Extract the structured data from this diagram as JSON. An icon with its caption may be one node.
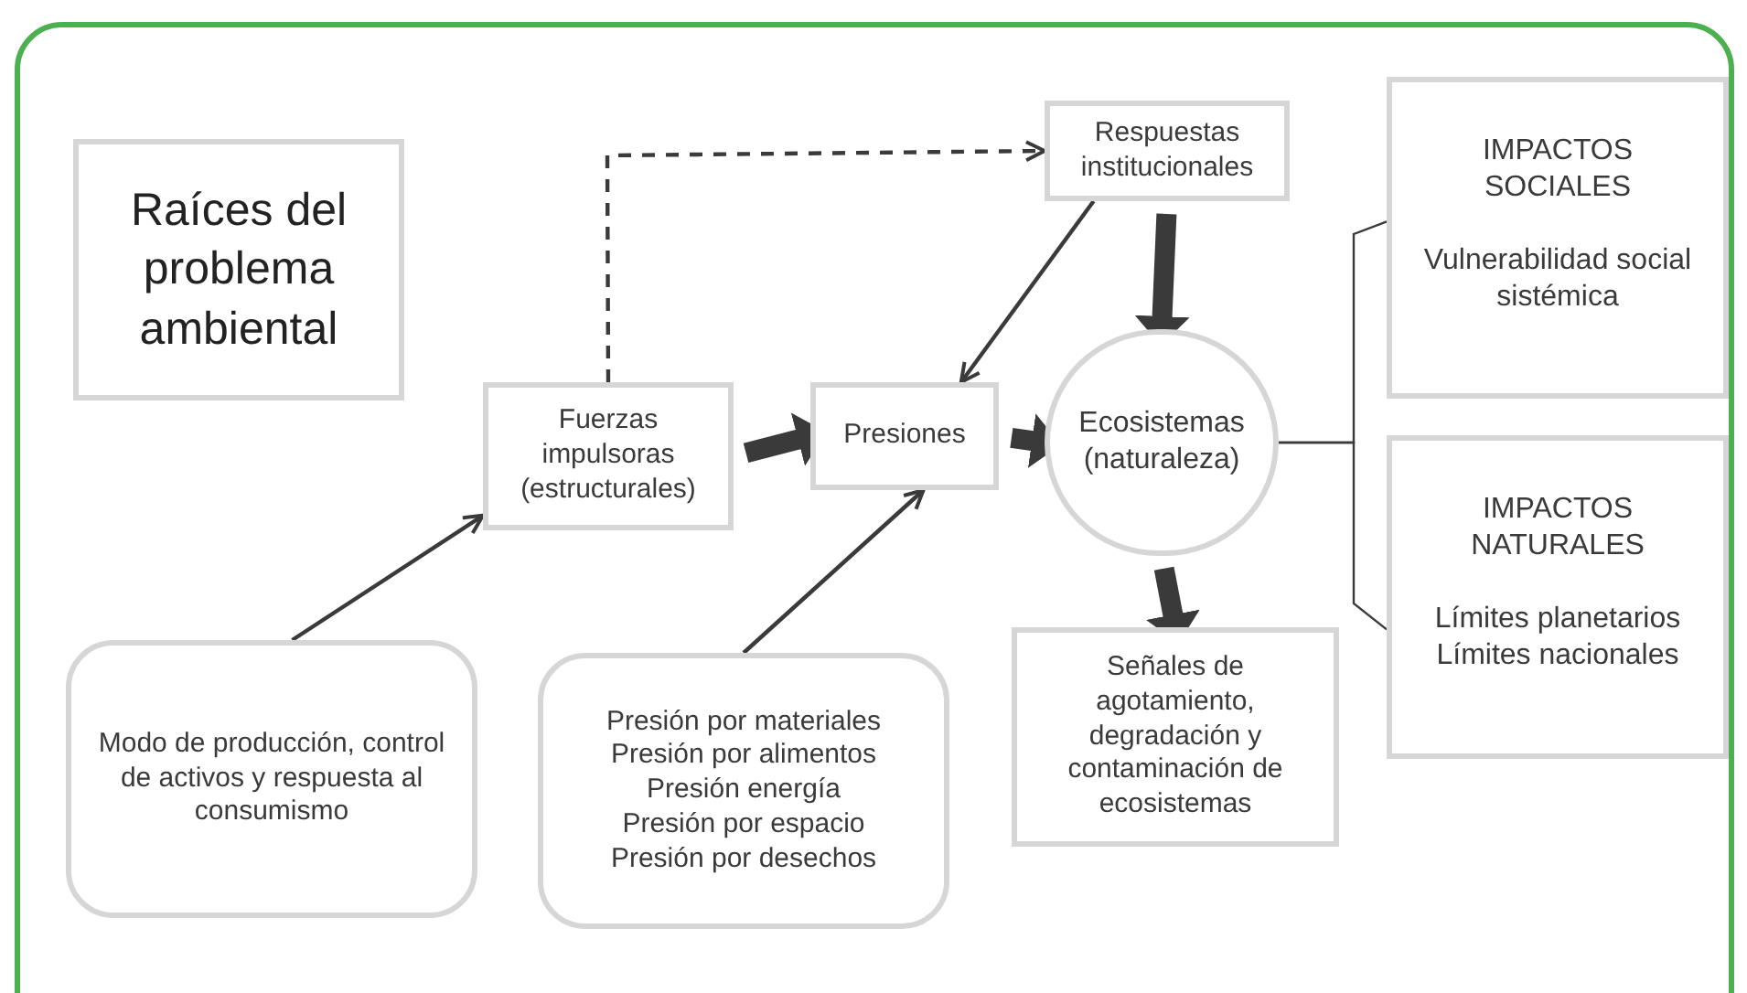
{
  "diagram": {
    "nodes": [
      {
        "text": [
          "Raíces del problema ambiental"
        ]
      },
      {
        "text": [
          "Fuerzas impulsoras (estructurales)"
        ]
      },
      {
        "text": [
          "Presiones"
        ]
      },
      {
        "text": [
          "Respuestas institucionales"
        ]
      },
      {
        "text": [
          "Ecosistemas (naturaleza)"
        ]
      },
      {
        "text": [
          "Señales de agotamiento, degradación y contaminación de ecosistemas"
        ]
      },
      {
        "text": [
          "IMPACTOS SOCIALES",
          "Vulnerabilidad social sistémica"
        ]
      },
      {
        "text": [
          "IMPACTOS NATURALES",
          "Límites planetarios",
          "Límites nacionales"
        ]
      },
      {
        "text": [
          "Modo de producción, control de activos y respuesta al consumismo"
        ]
      },
      {
        "text": [
          "Presión por materiales",
          "Presión por alimentos",
          "Presión energía",
          "Presión por espacio",
          "Presión por desechos"
        ]
      }
    ],
    "edges": [
      {
        "from": 1,
        "to": 3,
        "arrow": "to",
        "style": "dashed"
      },
      {
        "from": 3,
        "to": 2,
        "arrow": "to"
      },
      {
        "from": 1,
        "to": 2,
        "arrow": "to",
        "style": "thick"
      },
      {
        "from": 2,
        "to": 4,
        "arrow": "to",
        "style": "thick"
      },
      {
        "from": 3,
        "to": 4,
        "arrow": "to",
        "style": "thick"
      },
      {
        "from": 4,
        "to": 5,
        "arrow": "to",
        "style": "thick"
      },
      {
        "from": 8,
        "to": 1,
        "arrow": "to"
      },
      {
        "from": 9,
        "to": 2,
        "arrow": "to"
      },
      {
        "from": 4,
        "to": 6,
        "arrow": "none"
      },
      {
        "from": 4,
        "to": 7,
        "arrow": "none"
      }
    ]
  }
}
